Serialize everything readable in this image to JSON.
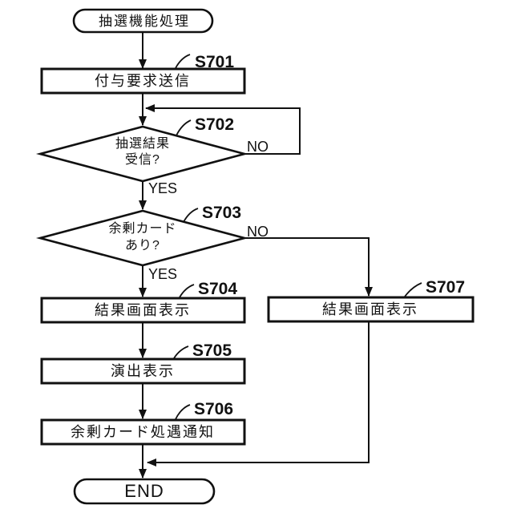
{
  "flowchart": {
    "start_label": "抽選機能処理",
    "end_label": "END",
    "yes_label": "YES",
    "no_label": "NO",
    "steps": {
      "s701": {
        "id": "S701",
        "label": "付与要求送信"
      },
      "s702": {
        "id": "S702",
        "line1": "抽選結果",
        "line2": "受信?"
      },
      "s703": {
        "id": "S703",
        "line1": "余剰カード",
        "line2": "あり?"
      },
      "s704": {
        "id": "S704",
        "label": "結果画面表示"
      },
      "s705": {
        "id": "S705",
        "label": "演出表示"
      },
      "s706": {
        "id": "S706",
        "label": "余剰カード処遇通知"
      },
      "s707": {
        "id": "S707",
        "label": "結果画面表示"
      }
    },
    "colors": {
      "stroke": "#111111",
      "background": "#ffffff"
    }
  }
}
